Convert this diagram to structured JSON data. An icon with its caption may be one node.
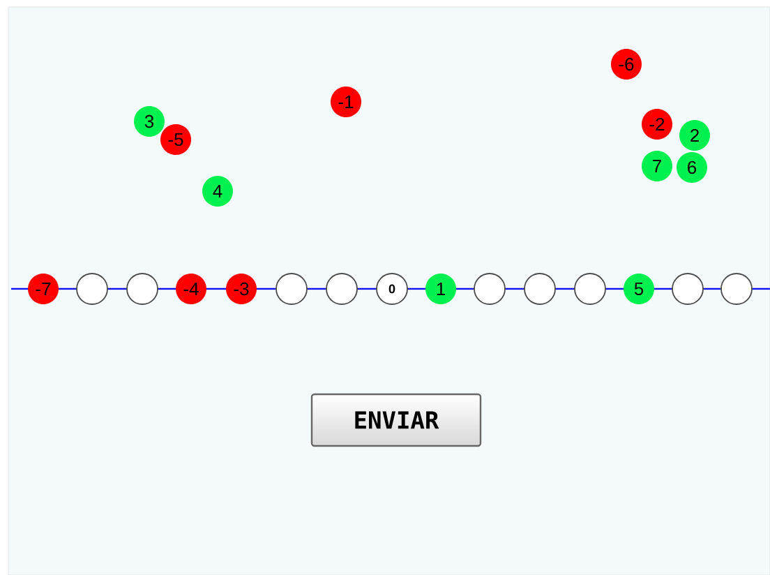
{
  "diagram": {
    "nodes": [
      {
        "text": [
          "-6"
        ]
      },
      {
        "text": [
          "-1"
        ]
      },
      {
        "text": [
          "3"
        ]
      },
      {
        "text": [
          "-2"
        ]
      },
      {
        "text": [
          "-5"
        ]
      },
      {
        "text": [
          "2"
        ]
      },
      {
        "text": [
          "7"
        ]
      },
      {
        "text": [
          "6"
        ]
      },
      {
        "text": [
          "4"
        ]
      },
      {
        "text": [
          "-7"
        ]
      },
      {
        "text": [],
        "shape": "circle"
      },
      {
        "text": [],
        "shape": "circle"
      },
      {
        "text": [
          "-4"
        ]
      },
      {
        "text": [
          "-3"
        ]
      },
      {
        "text": [],
        "shape": "circle"
      },
      {
        "text": [],
        "shape": "circle"
      },
      {
        "text": [
          "0"
        ]
      },
      {
        "text": [
          "1"
        ]
      },
      {
        "text": [],
        "shape": "circle"
      },
      {
        "text": [],
        "shape": "circle"
      },
      {
        "text": [],
        "shape": "circle"
      },
      {
        "text": [
          "5"
        ]
      },
      {
        "text": [],
        "shape": "circle"
      },
      {
        "text": [],
        "shape": "circle"
      },
      {
        "text": [
          "ENVIAR"
        ]
      }
    ]
  }
}
